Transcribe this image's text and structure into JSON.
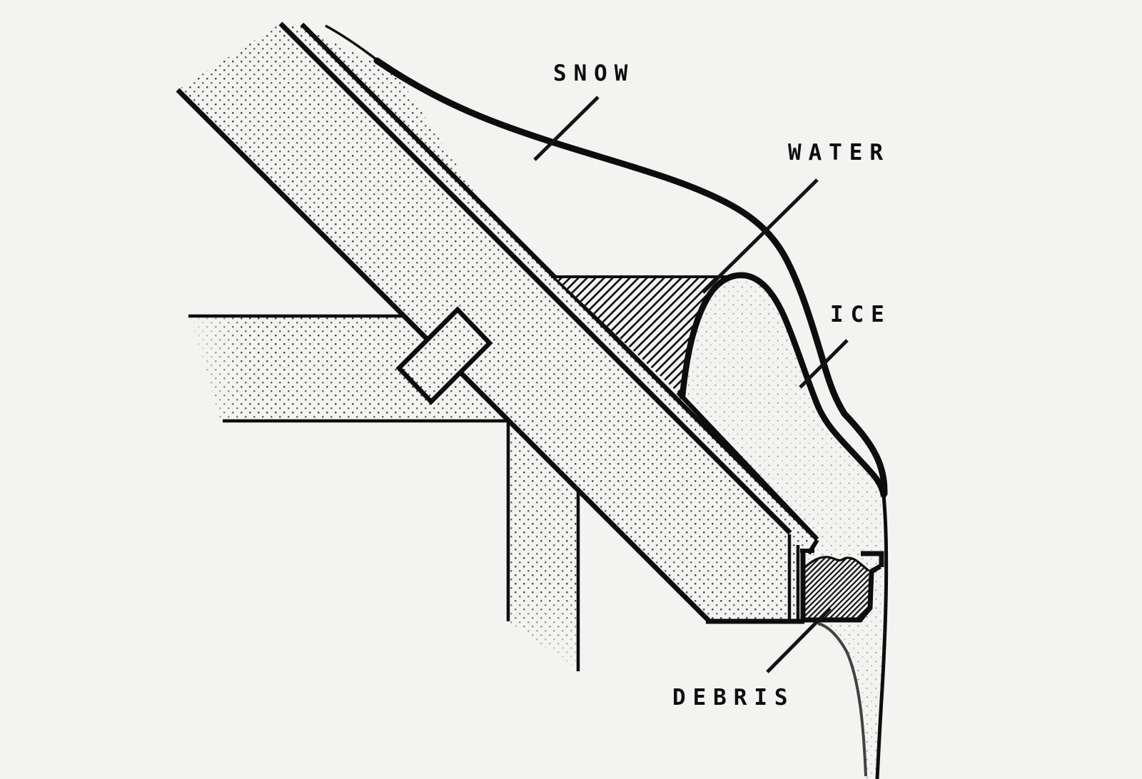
{
  "diagram": {
    "colors": {
      "background": "#f3f3f1",
      "ink": "#0d0d0d"
    },
    "labels": {
      "snow": {
        "text": "SNOW"
      },
      "water": {
        "text": "WATER"
      },
      "ice": {
        "text": "ICE"
      },
      "debris": {
        "text": "DEBRIS"
      }
    }
  }
}
